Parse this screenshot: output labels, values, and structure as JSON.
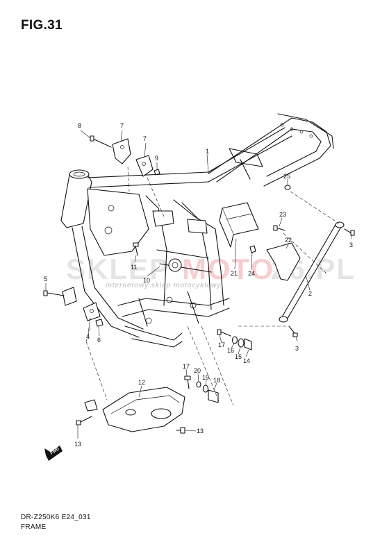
{
  "figure": {
    "title": "FIG.31"
  },
  "watermark": {
    "brand_a": "SKLEP",
    "brand_b": "MOTO",
    "brand_c": "26.PL",
    "tagline": "internetowy sklep motocyklowy"
  },
  "direction_badge": {
    "label": "FWD",
    "icon": "forward-arrow-icon"
  },
  "callouts": [
    "1",
    "2",
    "3",
    "3",
    "4",
    "5",
    "6",
    "7",
    "7",
    "8",
    "9",
    "10",
    "11",
    "12",
    "13",
    "13",
    "14",
    "15",
    "16",
    "17",
    "17",
    "18",
    "19",
    "20",
    "21",
    "22",
    "23",
    "24",
    "25"
  ],
  "footer": {
    "model_code": "DR-Z250K6 E24_031",
    "section": "FRAME"
  },
  "colors": {
    "line": "#111111",
    "watermark_red": "#d9262c",
    "watermark_gray": "#8a8a8a"
  }
}
